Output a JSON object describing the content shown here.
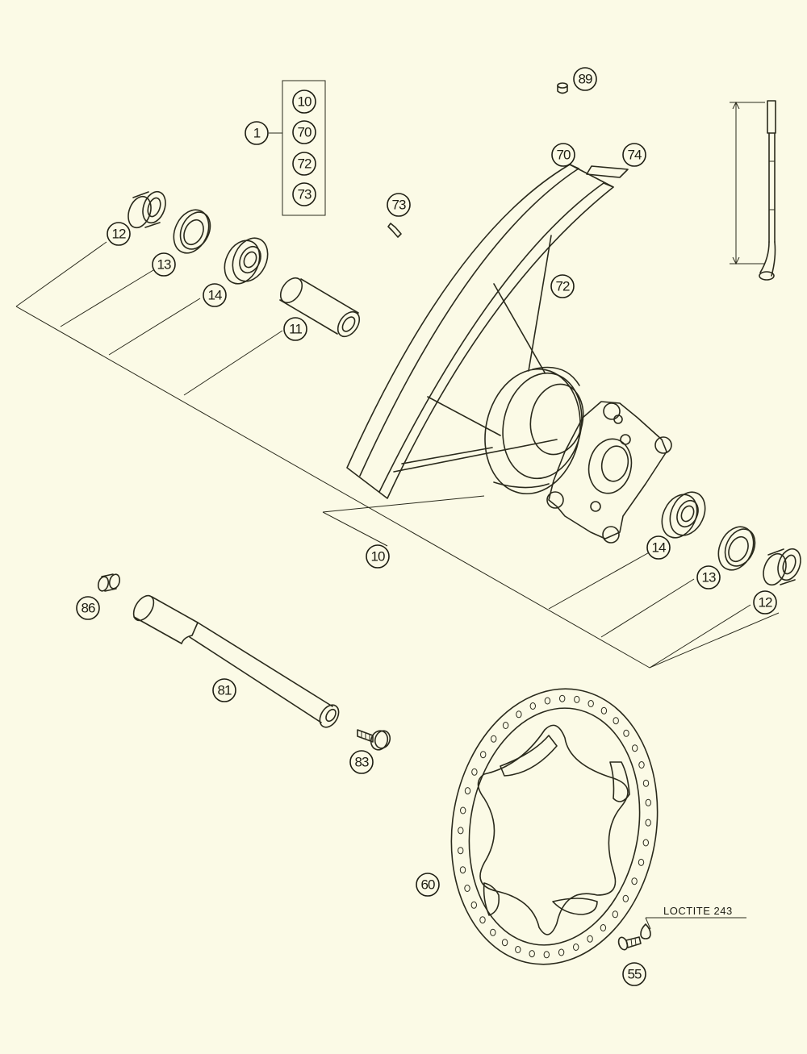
{
  "kit": {
    "label": "1",
    "contents": [
      "10",
      "70",
      "72",
      "73"
    ]
  },
  "callouts": {
    "c89": "89",
    "c70": "70",
    "c74": "74",
    "c73": "73",
    "c72": "72",
    "c12a": "12",
    "c13a": "13",
    "c14a": "14",
    "c11": "11",
    "c10": "10",
    "c14b": "14",
    "c13b": "13",
    "c12b": "12",
    "c86": "86",
    "c81": "81",
    "c83": "83",
    "c60": "60",
    "c55": "55"
  },
  "note": "LOCTITE 243"
}
